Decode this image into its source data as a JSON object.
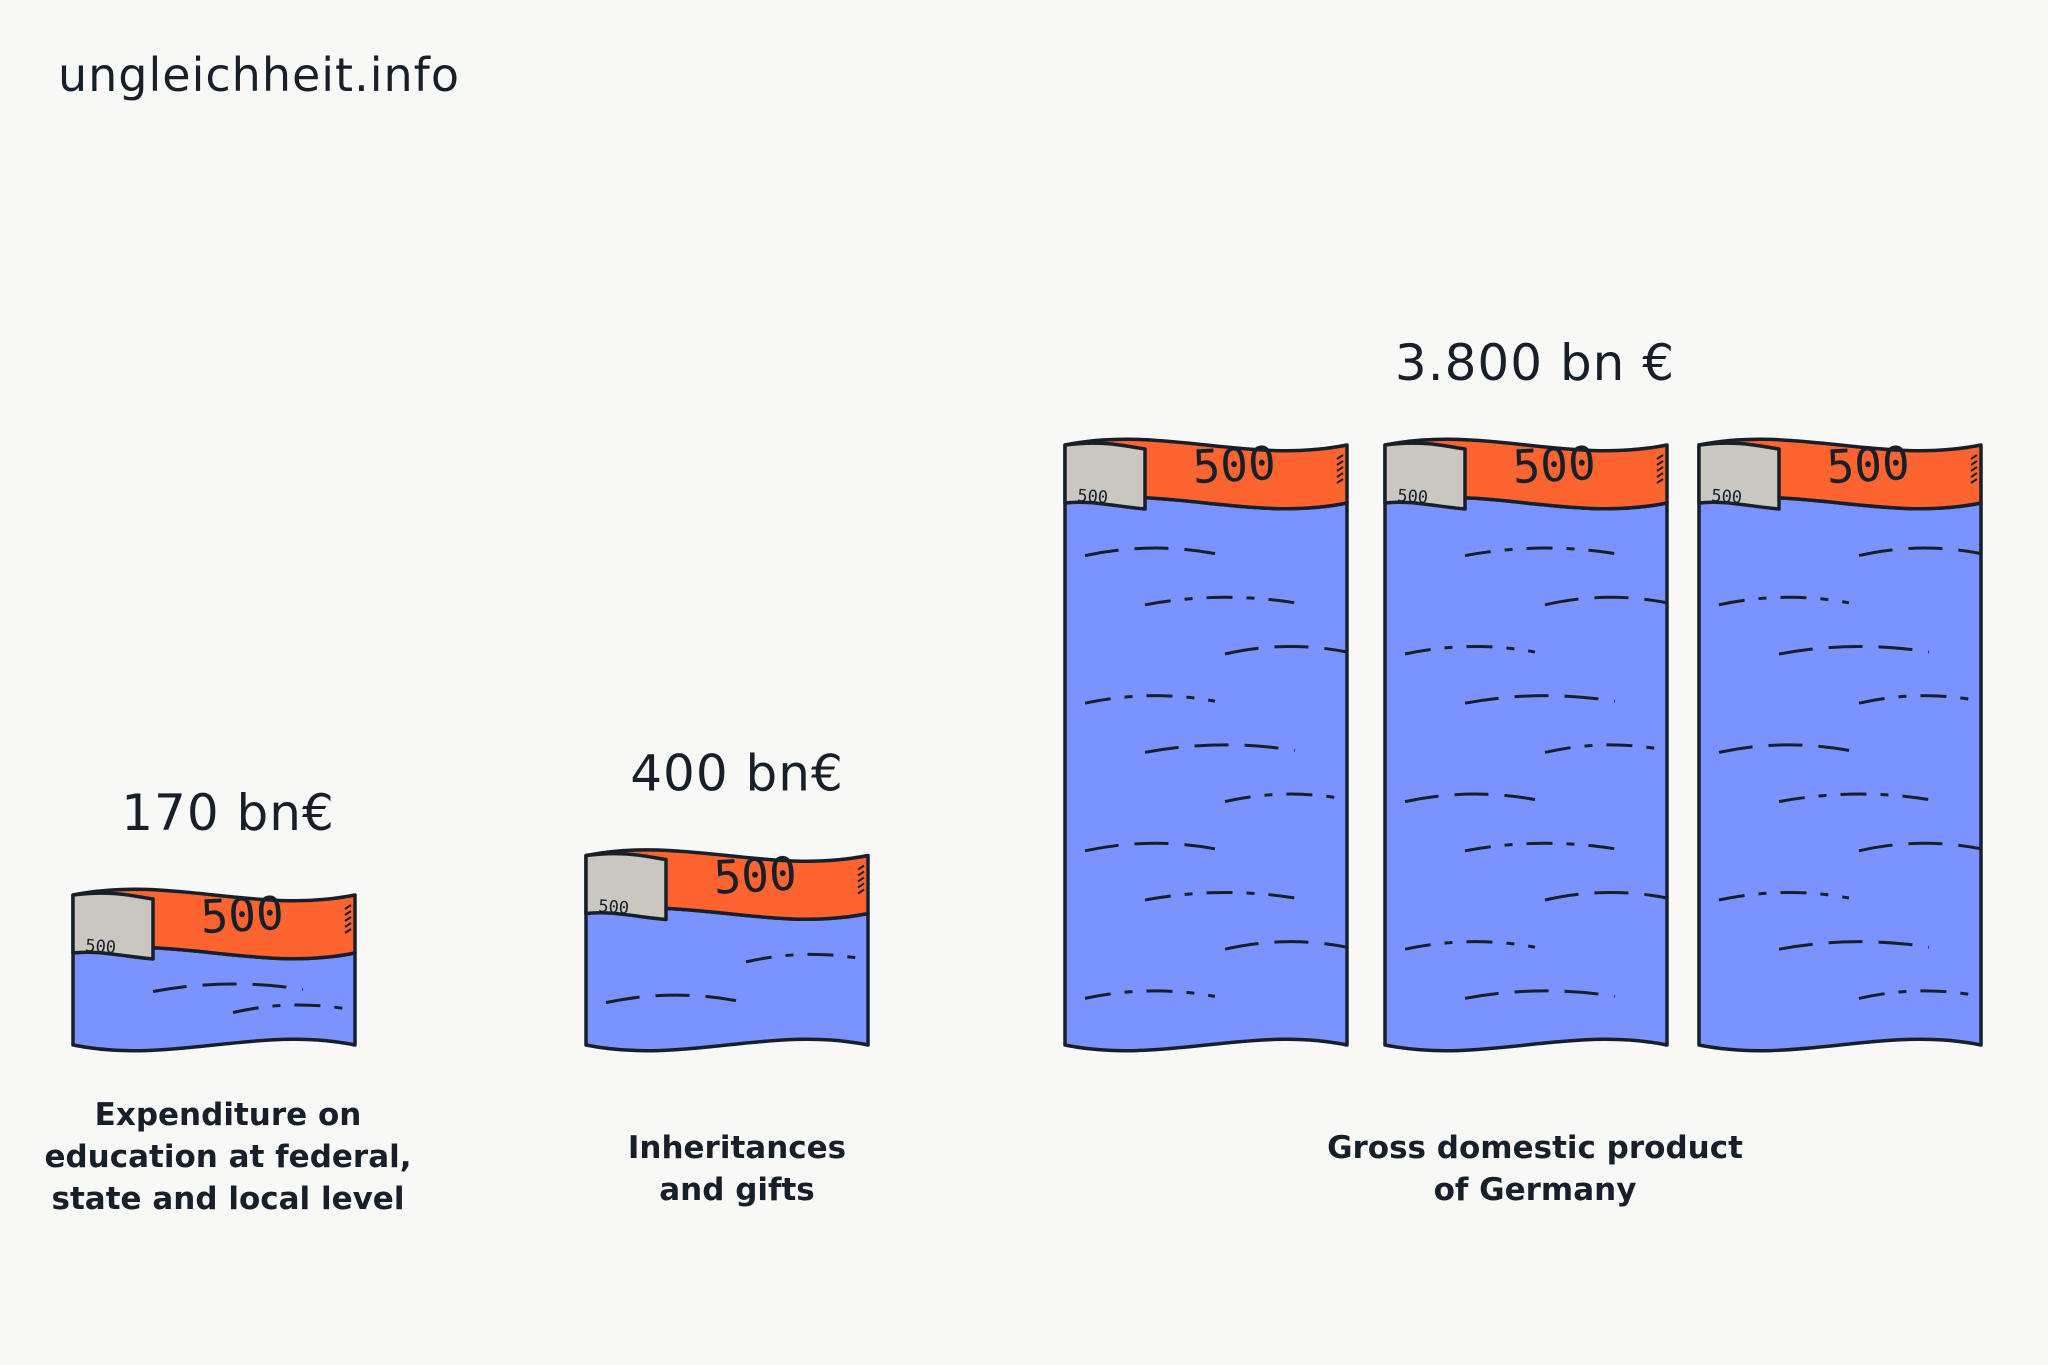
{
  "brand": "ungleichheit.info",
  "chart_data": {
    "type": "bar",
    "unit": "bn €",
    "categories": [
      "Expenditure on education at federal, state and local level",
      "Inheritances and gifts",
      "Gross domestic product of Germany"
    ],
    "category_label_lines": [
      [
        "Expenditure on",
        "education at federal,",
        "state and local level"
      ],
      [
        "Inheritances",
        "and gifts"
      ],
      [
        "Gross domestic product",
        "of Germany"
      ]
    ],
    "values": [
      170,
      400,
      3800
    ],
    "value_labels": [
      "170 bn€",
      "400 bn€",
      "3.800 bn €"
    ],
    "banknote_denomination": "500",
    "colors": {
      "stack": "#7b93ff",
      "band": "#fe642f",
      "corner": "#c9c7bf",
      "outline": "#17202a",
      "background": "#f8f8f6"
    }
  }
}
